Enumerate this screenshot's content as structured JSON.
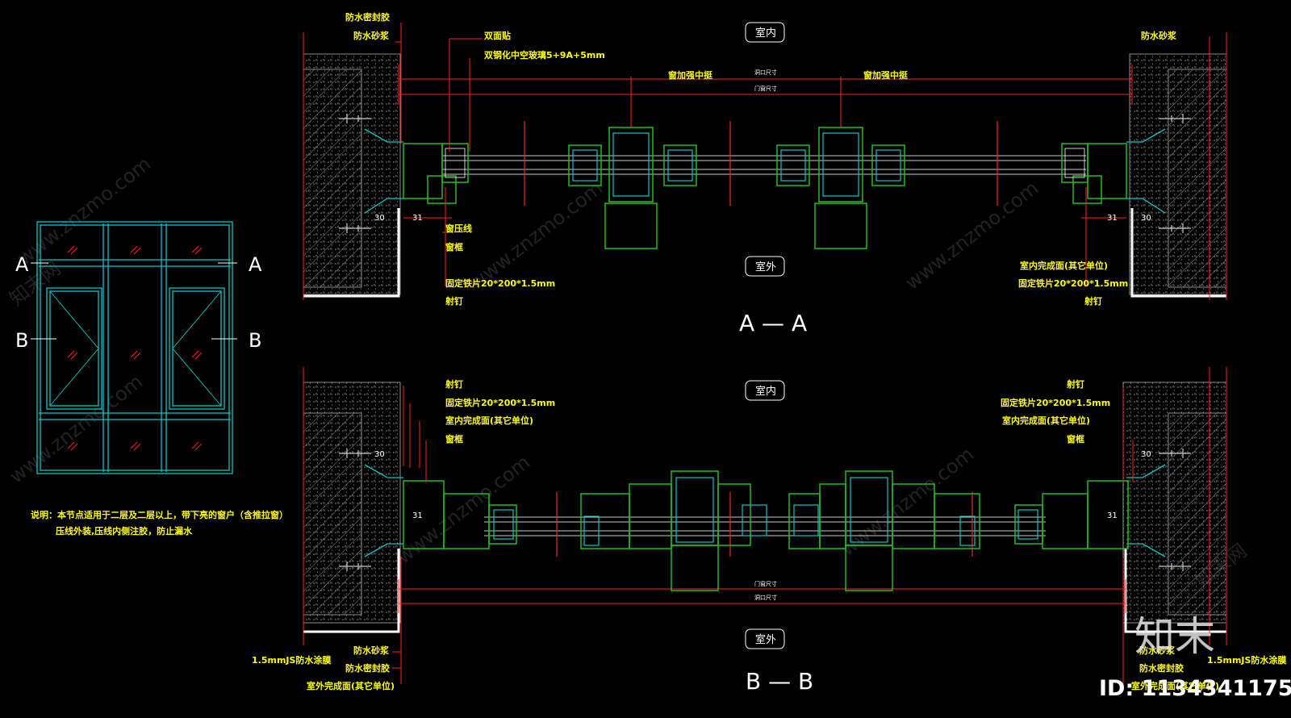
{
  "labels": {
    "waterproof_sealant": "防水密封胶",
    "waterproof_mortar": "防水砂浆",
    "double_tape": "双面贴",
    "double_glass": "双钢化中空玻璃5+9A+5mm",
    "mullion_reinforce": "窗加强中挺",
    "opening_size": "洞口尺寸",
    "frame_size": "门窗尺寸",
    "indoor": "室内",
    "outdoor": "室外",
    "glazing_bead": "窗压线",
    "window_frame": "窗框",
    "fixing_plate": "固定铁片20*200*1.5mm",
    "nail": "射钉",
    "indoor_finish": "室内完成面(其它单位)",
    "js_membrane": "1.5mmJS防水涂膜",
    "outdoor_finish": "室外完成面(其它单位)"
  },
  "dims": {
    "d30": "30",
    "d31": "31"
  },
  "sections": {
    "a": "A",
    "b": "B",
    "aa": "A — A",
    "bb": "B — B"
  },
  "note": {
    "line1": "说明：本节点适用于二层及二层以上，带下亮的窗户（含推拉窗）",
    "line2": "压线外装,压线内侧注胶，防止漏水"
  },
  "watermark": {
    "site": "www.znzmo.com",
    "cn": "知末网"
  },
  "brand": {
    "logo": "知末",
    "id": "ID: 1134341175"
  },
  "colors": {
    "background": "#000000",
    "wall_gray": "#8c8c8c",
    "profile_green": "#20c020",
    "dim_red": "#ff2020",
    "glass_cyan": "#00c8c8",
    "label_yellow": "#ffff00"
  }
}
